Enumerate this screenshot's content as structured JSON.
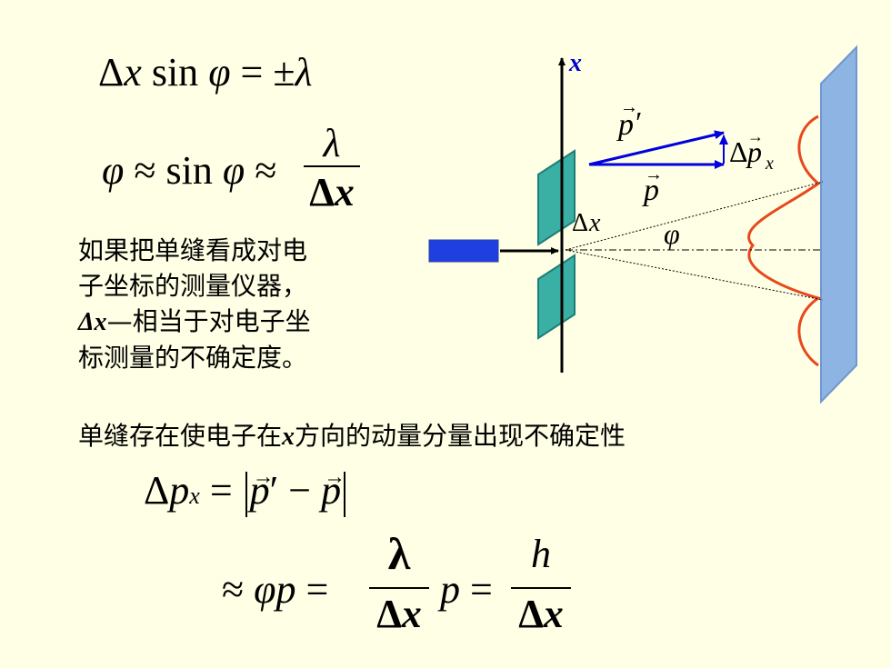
{
  "equations": {
    "eq1": {
      "lhs_delta": "Δ",
      "lhs_x": "x",
      "lhs_sin": "sin",
      "lhs_phi": "φ",
      "eq": "=",
      "pm": "±",
      "rhs": "λ"
    },
    "eq2": {
      "phi": "φ",
      "approx": "≈",
      "sin": "sin",
      "phi2": "φ",
      "approx2": "≈",
      "num": "λ",
      "den_delta": "Δ",
      "den_x": "x"
    },
    "eq3": {
      "delta": "Δ",
      "p": "p",
      "sub": "x",
      "eq": "=",
      "p_prime": "p",
      "prime": "′",
      "minus": "−",
      "p2": "p"
    },
    "eq4": {
      "approx": "≈",
      "phi_p": "φp",
      "eq": "=",
      "num1": "λ",
      "den1_delta": "Δ",
      "den1_x": "x",
      "p": "p",
      "eq2": "=",
      "num2": "h",
      "den2_delta": "Δ",
      "den2_x": "x"
    }
  },
  "paragraph": {
    "line1": "如果把单缝看成对电",
    "line2": "子坐标的测量仪器，",
    "line3_bold": "Δx",
    "line3_rest": "—相当于对电子坐",
    "line4": "标测量的不确定度。"
  },
  "sentence": {
    "pre": "单缝存在使电子在",
    "x": "x",
    "post": "方向的动量分量出现不确定性"
  },
  "diagram": {
    "axis_label": "x",
    "p_prime_label": "p",
    "prime_mark": "′",
    "delta_p_delta": "Δ",
    "delta_p_p": "p",
    "delta_p_sub": "x",
    "p_label": "p",
    "slit_label_delta": "Δ",
    "slit_label_x": "x",
    "angle_label": "φ",
    "colors": {
      "axis": "#000000",
      "axis_label": "#0000CC",
      "slit": "#3AAFA4",
      "slit_dark": "#1E7E77",
      "screen": "#8EB4E3",
      "screen_side": "#6D97CF",
      "gun": "#1F3FE0",
      "momentum": "#0000E0",
      "intensity": "#E8481C"
    }
  }
}
